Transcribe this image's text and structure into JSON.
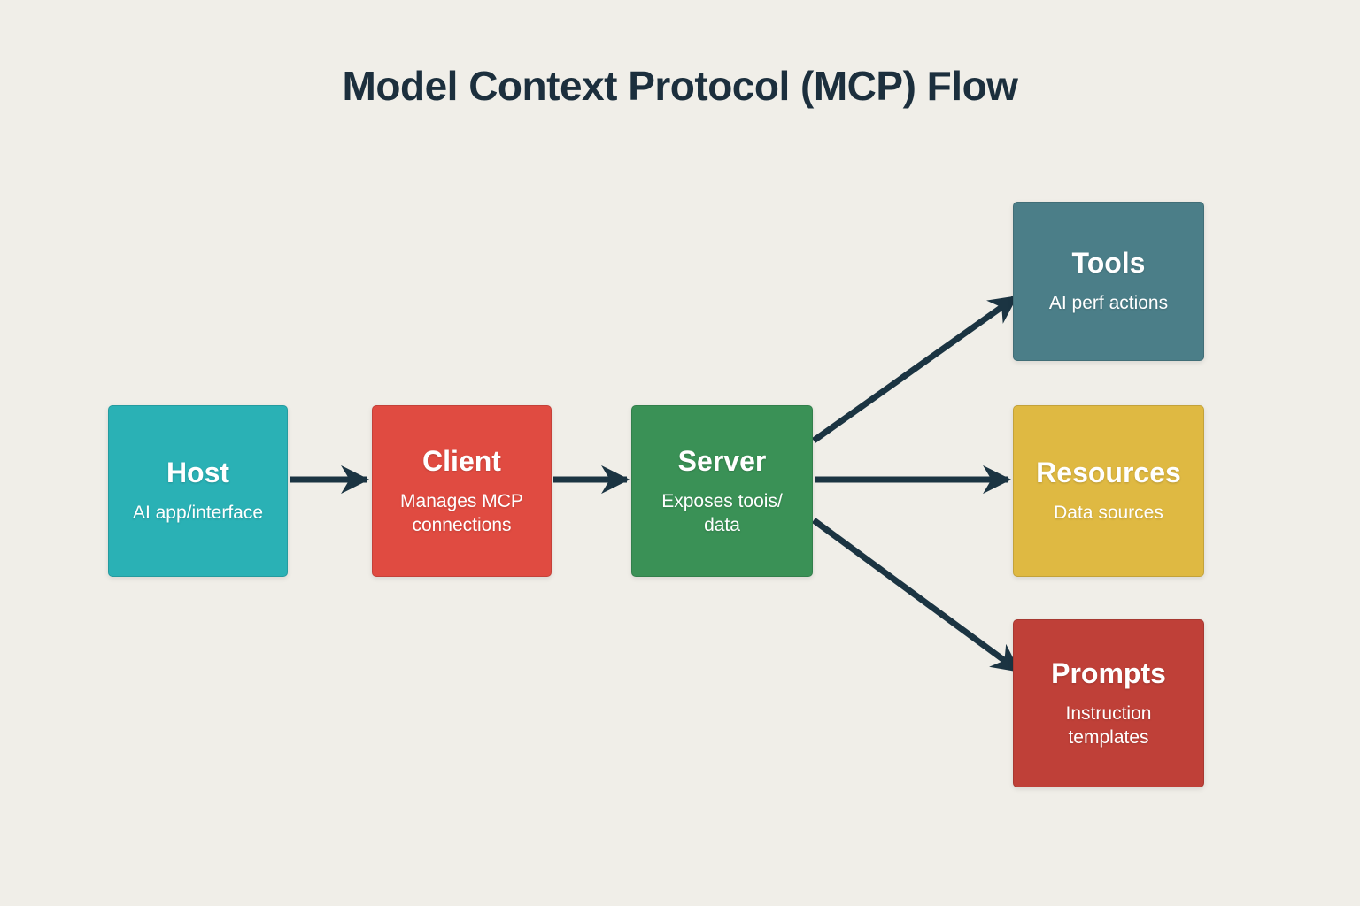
{
  "title": "Model Context Protocol (MCP) Flow",
  "colors": {
    "background": "#f0eee8",
    "title_text": "#1c2f3d",
    "arrow": "#1b3442",
    "box_text": "#ffffff"
  },
  "nodes": [
    {
      "id": "host",
      "label": "Host",
      "sublabel": "AI app/interface",
      "color": "#2ab1b5"
    },
    {
      "id": "client",
      "label": "Client",
      "sublabel": "Manages MCP connections",
      "color": "#e04b41"
    },
    {
      "id": "server",
      "label": "Server",
      "sublabel": "Exposes toois/ data",
      "color": "#3a9156"
    },
    {
      "id": "tools",
      "label": "Tools",
      "sublabel": "AI perf actions",
      "color": "#4b7e88"
    },
    {
      "id": "resources",
      "label": "Resources",
      "sublabel": "Data sources",
      "color": "#dfb942"
    },
    {
      "id": "prompts",
      "label": "Prompts",
      "sublabel": "Instruction templates",
      "color": "#bf4038"
    }
  ],
  "edges": [
    {
      "from": "Host",
      "to": "Client"
    },
    {
      "from": "Client",
      "to": "Server"
    },
    {
      "from": "Server",
      "to": "Tools"
    },
    {
      "from": "Server",
      "to": "Resources"
    },
    {
      "from": "Server",
      "to": "Prompts"
    }
  ]
}
